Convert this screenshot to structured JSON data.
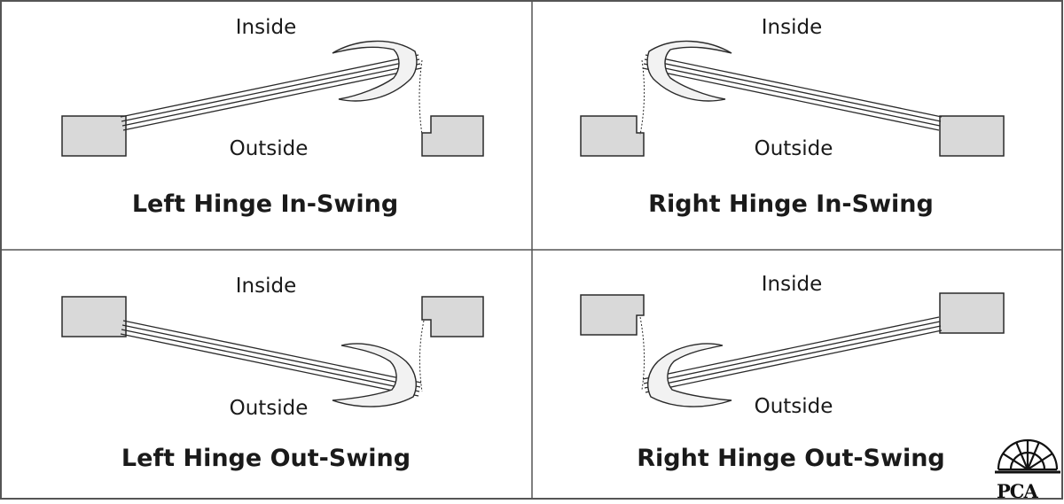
{
  "colors": {
    "wall": "#d9d9d9",
    "stroke": "#2a2a2a",
    "background": "#ffffff",
    "text": "#1a1a1a"
  },
  "panels": [
    {
      "inside": "Inside",
      "outside": "Outside",
      "title": "Left Hinge In-Swing"
    },
    {
      "inside": "Inside",
      "outside": "Outside",
      "title": "Right Hinge In-Swing"
    },
    {
      "inside": "Inside",
      "outside": "Outside",
      "title": "Left Hinge Out-Swing"
    },
    {
      "inside": "Inside",
      "outside": "Outside",
      "title": "Right Hinge Out-Swing"
    }
  ],
  "logo": {
    "text": "PCA",
    "icon": "fan-window-icon"
  }
}
